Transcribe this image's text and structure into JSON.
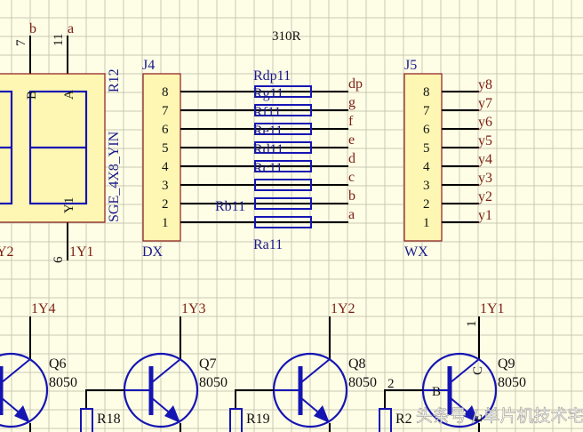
{
  "colors": {
    "background": "#fefde6",
    "grid": "#c9c9b4",
    "component_body": "#fdf7b3",
    "component_border": "#8b1a1a",
    "symbol_blue": "#1515b4",
    "designator": "#1a1a8c",
    "net_label": "#7a1e12",
    "wire": "#000000"
  },
  "display": {
    "designator": "R12",
    "part": "SGE_4X8_YIN",
    "pins_top": [
      {
        "number": "7",
        "net": "b"
      },
      {
        "number": "11",
        "net": "a"
      }
    ],
    "pin_bottom": {
      "number": "6",
      "net": "1Y1"
    },
    "left_net": "Y2",
    "segment_labels": {
      "top_left": "B",
      "top_right": "A",
      "bottom": "Y1"
    }
  },
  "resistor_array": {
    "value": "310R",
    "labels": [
      "Rdp11",
      "Rg11",
      "Rf11",
      "Re11",
      "Rd11",
      "Rc11",
      "Rb11",
      "Ra11"
    ]
  },
  "connector_j4": {
    "designator": "J4",
    "name": "DX",
    "pins": [
      "8",
      "7",
      "6",
      "5",
      "4",
      "3",
      "2",
      "1"
    ],
    "nets": [
      "dp",
      "g",
      "f",
      "e",
      "d",
      "c",
      "b",
      "a"
    ]
  },
  "connector_j5": {
    "designator": "J5",
    "name": "WX",
    "pins": [
      "8",
      "7",
      "6",
      "5",
      "4",
      "3",
      "2",
      "1"
    ],
    "nets": [
      "y8",
      "y7",
      "y6",
      "y5",
      "y4",
      "y3",
      "y2",
      "y1"
    ]
  },
  "transistors": [
    {
      "designator": "Q6",
      "value": "8050",
      "collector_net": "1Y4",
      "resistor": ""
    },
    {
      "designator": "Q7",
      "value": "8050",
      "collector_net": "1Y3",
      "resistor": "R18"
    },
    {
      "designator": "Q8",
      "value": "8050",
      "collector_net": "1Y2",
      "resistor": "R19"
    },
    {
      "designator": "Q9",
      "value": "8050",
      "collector_net": "1Y1",
      "resistor": "R2",
      "collector_pin": "1",
      "base_pin": "2",
      "base_label": "B",
      "collector_label": "C",
      "emitter_label": "E"
    }
  ],
  "watermark": "头条号 / 单片机技术宅"
}
